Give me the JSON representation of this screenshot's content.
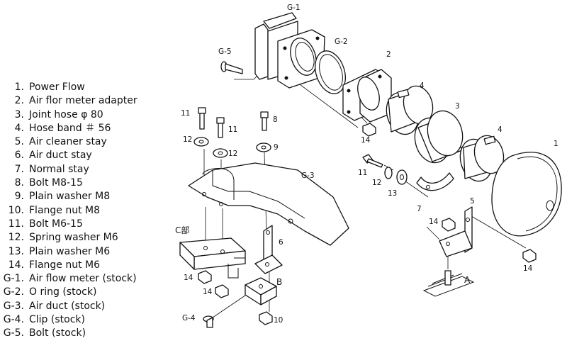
{
  "parts_list": [
    {
      "num": "1.",
      "name": "Power Flow"
    },
    {
      "num": "2.",
      "name": "Air flor meter adapter"
    },
    {
      "num": "3.",
      "name": "Joint hose φ 80"
    },
    {
      "num": "4.",
      "name": "Hose band ＃ 56"
    },
    {
      "num": "5.",
      "name": "Air cleaner stay"
    },
    {
      "num": "6.",
      "name": "Air duct stay"
    },
    {
      "num": "7.",
      "name": "Normal stay"
    },
    {
      "num": "8.",
      "name": "Bolt M8-15"
    },
    {
      "num": "9.",
      "name": "Plain washer M8"
    },
    {
      "num": "10.",
      "name": "Flange nut M8"
    },
    {
      "num": "11.",
      "name": "Bolt M6-15"
    },
    {
      "num": "12.",
      "name": "Spring washer M6"
    },
    {
      "num": "13.",
      "name": "Plain washer M6"
    },
    {
      "num": "14.",
      "name": "Flange nut M6"
    },
    {
      "num": "G-1.",
      "name": "Air flow meter (stock)"
    },
    {
      "num": "G-2.",
      "name": "O ring (stock)"
    },
    {
      "num": "G-3.",
      "name": "Air duct (stock)"
    },
    {
      "num": "G-4.",
      "name": "Clip (stock)"
    },
    {
      "num": "G-5.",
      "name": "Bolt (stock)"
    }
  ],
  "callouts": {
    "g1": "G-1",
    "g2": "G-2",
    "g3": "G-3",
    "g4": "G-4",
    "g5": "G-5",
    "p1": "1",
    "p2": "2",
    "p3": "3",
    "p4a": "4",
    "p4b": "4",
    "p5": "5",
    "p6": "6",
    "p7": "7",
    "p8": "8",
    "p9": "9",
    "p10": "10",
    "p11a": "11",
    "p11b": "11",
    "p11c": "11",
    "p12a": "12",
    "p12b": "12",
    "p12c": "12",
    "p13": "13",
    "p14a": "14",
    "p14b": "14",
    "p14c": "14",
    "p14d": "14",
    "p14e": "14",
    "c_section": "C部",
    "point_a": "A",
    "point_b": "B"
  }
}
